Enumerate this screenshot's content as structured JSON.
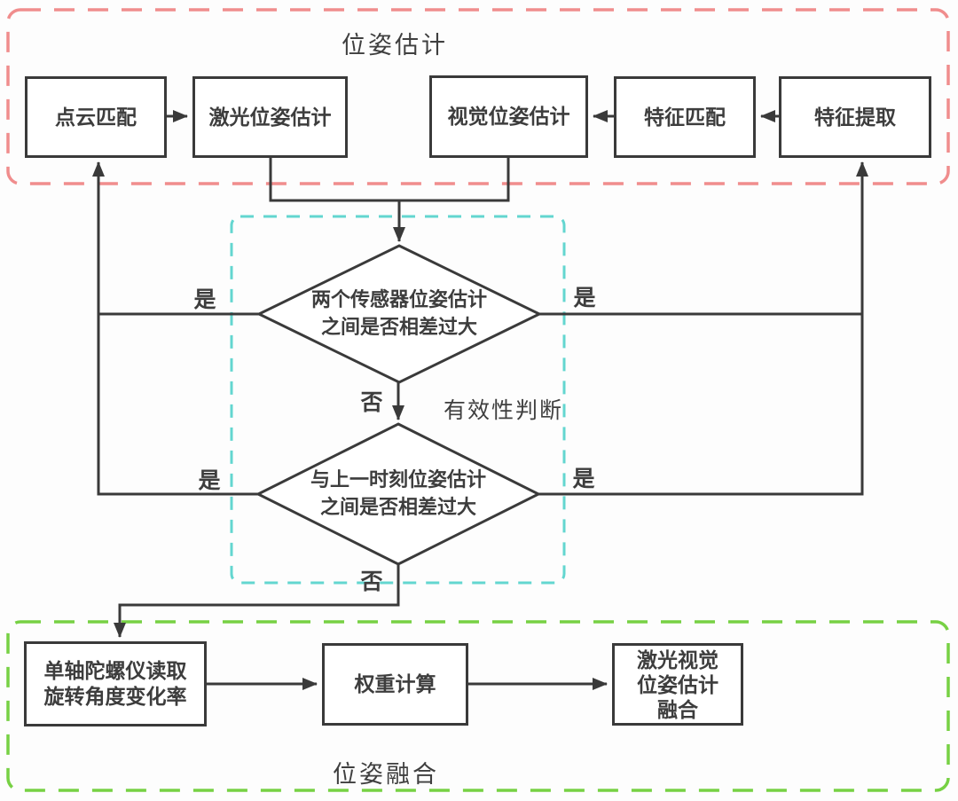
{
  "sections": {
    "pose_estimation": {
      "title": "位姿估计",
      "border_color": "#f08d8d"
    },
    "validity_check": {
      "title": "有效性判断",
      "border_color": "#63d6d0"
    },
    "pose_fusion": {
      "title": "位姿融合",
      "border_color": "#77d144"
    }
  },
  "nodes": {
    "point_cloud_matching": {
      "label": "点云匹配"
    },
    "laser_pose_estimation": {
      "label": "激光位姿估计"
    },
    "visual_pose_estimation": {
      "label": "视觉位姿估计"
    },
    "feature_matching": {
      "label": "特征匹配"
    },
    "feature_extraction": {
      "label": "特征提取"
    },
    "sensor_diff_decision": {
      "line1": "两个传感器位姿估计",
      "line2": "之间是否相差过大"
    },
    "prev_time_decision": {
      "line1": "与上一时刻位姿估计",
      "line2": "之间是否相差过大"
    },
    "gyro_reading": {
      "line1": "单轴陀螺仪读取",
      "line2": "旋转角度变化率"
    },
    "weight_calculation": {
      "label": "权重计算"
    },
    "laser_visual_fusion": {
      "line1": "激光视觉",
      "line2": "位姿估计",
      "line3": "融合"
    }
  },
  "edge_labels": {
    "yes": "是",
    "no": "否"
  },
  "colors": {
    "line": "#3a3a3a",
    "node_border": "#3a3a3a",
    "text": "#3d3d3d"
  }
}
